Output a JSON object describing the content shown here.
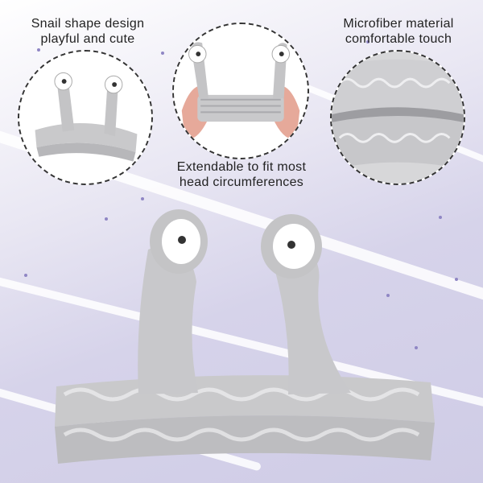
{
  "features": [
    {
      "text": "Snail shape design\nplayful and cute"
    },
    {
      "text": "Extendable to fit most\nhead circumferences"
    },
    {
      "text": "Microfiber material\ncomfortable touch"
    }
  ],
  "colors": {
    "background": "#d6d3ea",
    "fabric": "#c9c9cb",
    "fabric_shadow": "#9d9da1",
    "eye_white": "#ffffff",
    "pupil": "#333333",
    "dot": "#8f86c4"
  },
  "icons": [
    "snail-headband-thumbnail",
    "hands-stretching-headband",
    "microfiber-closeup",
    "snail-headband-hero"
  ]
}
